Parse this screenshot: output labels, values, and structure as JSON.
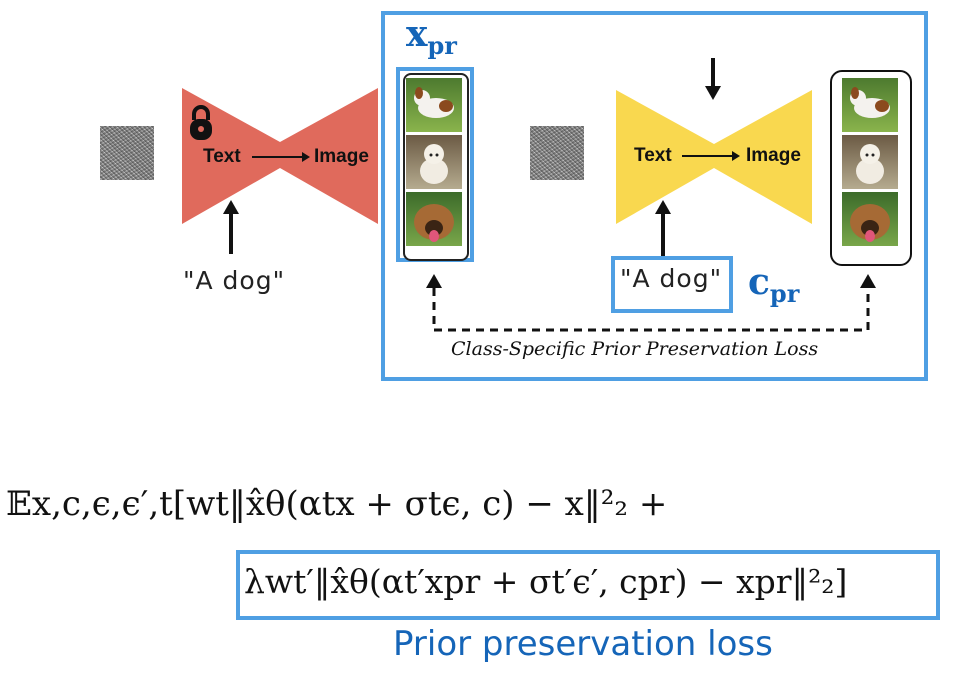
{
  "diagram": {
    "left_model": {
      "text_label": "Text",
      "image_label": "Image",
      "prompt": "\"A dog\"",
      "lock_icon": "lock-icon",
      "color": "#e06a5c"
    },
    "right_model": {
      "text_label": "Text",
      "image_label": "Image",
      "prompt": "\"A dog\"",
      "color": "#f9d84f"
    },
    "x_label": {
      "main": "x",
      "sub": "pr"
    },
    "c_label": {
      "main": "c",
      "sub": "pr"
    },
    "loss_label": "Class-Specific Prior Preservation Loss",
    "highlight_color": "#4f9fe3",
    "label_color": "#1565b8"
  },
  "equation": {
    "line1": "𝔼x,c,ϵ,ϵ′,t[wt‖x̂θ(αtx + σtϵ, c) − x‖²₂ +",
    "line2": "λwt′‖x̂θ(αt′xpr + σt′ϵ′, cpr) − xpr‖²₂]",
    "caption": "Prior preservation loss"
  }
}
